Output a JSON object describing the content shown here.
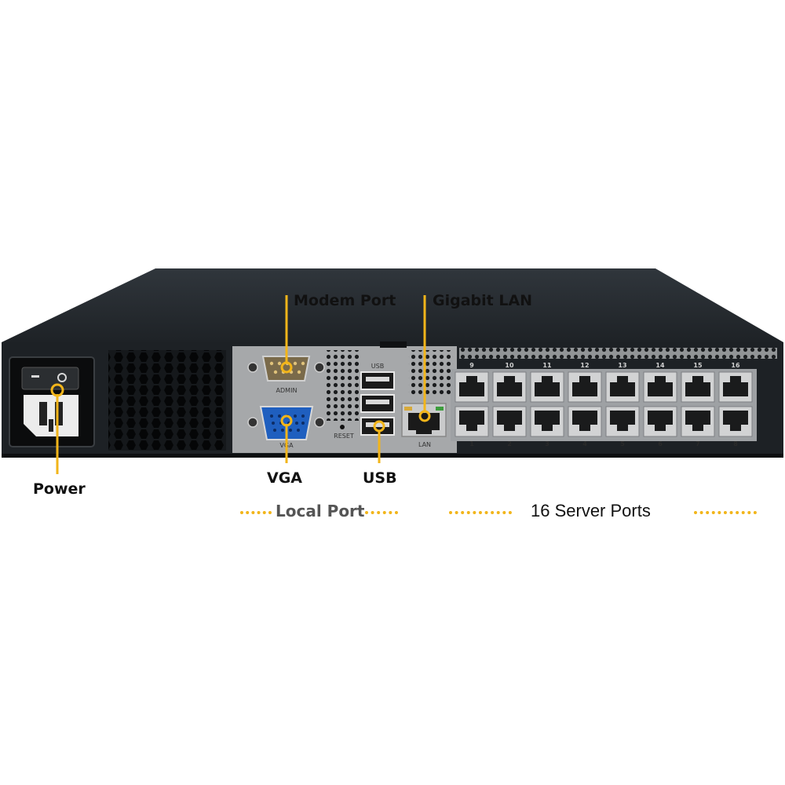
{
  "colors": {
    "accent": "#f2b51a",
    "chassis_front": "#1d2125",
    "chassis_top": "#2a2f34",
    "panel_gray": "#a6a8aa",
    "vga_blue": "#1f5fbf",
    "label_text": "#111111",
    "local_port_text": "#555555"
  },
  "callouts": {
    "power": "Power",
    "modem_port": "Modem Port",
    "gigabit_lan": "Gigabit LAN",
    "vga": "VGA",
    "usb": "USB"
  },
  "groups": {
    "local_port": "Local Port",
    "server_ports": "16 Server Ports"
  },
  "panel_labels": {
    "admin": "ADMIN",
    "vga": "VGA",
    "usb": "USB",
    "reset": "RESET",
    "lan": "LAN"
  },
  "server_ports": {
    "top_row": [
      "9",
      "10",
      "11",
      "12",
      "13",
      "14",
      "15",
      "16"
    ],
    "bottom_row": [
      "1",
      "2",
      "3",
      "4",
      "5",
      "6",
      "7",
      "8"
    ]
  },
  "icons": [
    "power-switch-icon",
    "power-inlet-icon",
    "db9-connector-icon",
    "vga-connector-icon",
    "usb-port-icon",
    "rj45-port-icon"
  ]
}
